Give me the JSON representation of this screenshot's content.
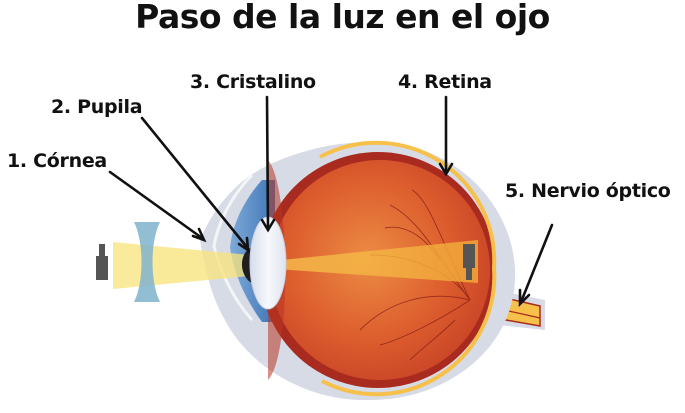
{
  "title": "Paso de la luz en el ojo",
  "labels": [
    {
      "id": "cornea",
      "text": "1. Córnea"
    },
    {
      "id": "pupila",
      "text": "2. Pupila"
    },
    {
      "id": "cristalino",
      "text": "3. Cristalino"
    },
    {
      "id": "retina",
      "text": "4. Retina"
    },
    {
      "id": "nervio",
      "text": "5. Nervio óptico"
    }
  ],
  "colors": {
    "sclera": "#d7dbe6",
    "choroid": "#a92a1e",
    "vitreous": "#dd5a2c",
    "retina_band": "#f6c04a",
    "iris": "#4a84c4",
    "lens": "#eef1f8",
    "pupil": "#1e1e1e",
    "light_beam": "#f8ea8c",
    "focused_beam": "#f3b640",
    "concave_lens": "#7fb3cc",
    "object": "#555555",
    "arrow": "#111111"
  }
}
